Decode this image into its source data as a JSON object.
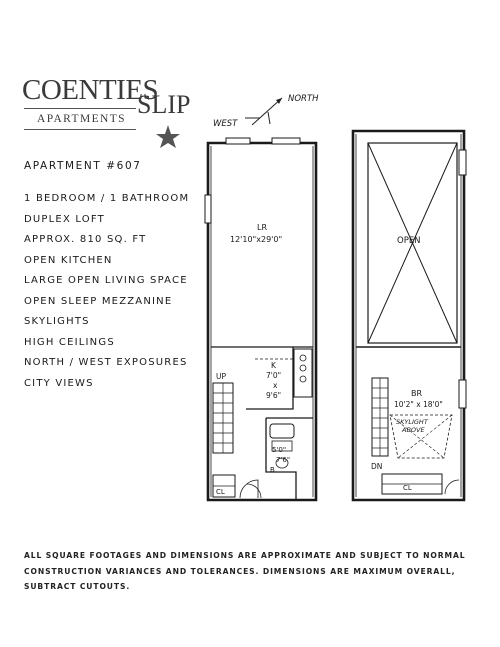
{
  "logo": {
    "name": "COENTIES",
    "name2": "SLIP",
    "tagline": "APARTMENTS"
  },
  "apartment_title": "APARTMENT #607",
  "features": [
    "1 BEDROOM / 1 BATHROOM",
    "DUPLEX LOFT",
    "APPROX. 810 SQ. FT",
    "OPEN KITCHEN",
    "LARGE OPEN LIVING SPACE",
    "OPEN SLEEP MEZZANINE",
    "SKYLIGHTS",
    "HIGH CEILINGS",
    "NORTH / WEST EXPOSURES",
    "CITY VIEWS"
  ],
  "compass": {
    "north": "NORTH",
    "west": "WEST"
  },
  "lower_level": {
    "living_room": "LR",
    "living_room_size": "12'10\"x29'0\"",
    "kitchen": "K",
    "kitchen_w": "7'0\"",
    "kitchen_x": "x",
    "kitchen_l": "9'6\"",
    "stair": "UP",
    "bath_w": "5'0\"",
    "bath_l": "7'6\"",
    "bath": "B",
    "closet": "CL"
  },
  "upper_level": {
    "open": "OPEN",
    "bedroom": "BR",
    "bedroom_size": "10'2\" x 18'0\"",
    "skylight_1": "SKYLIGHT",
    "skylight_2": "ABOVE",
    "stair": "DN",
    "closet": "CL"
  },
  "disclaimer": "ALL SQUARE FOOTAGES AND DIMENSIONS ARE APPROXIMATE AND SUBJECT TO NORMAL CONSTRUCTION VARIANCES AND TOLERANCES. DIMENSIONS ARE MAXIMUM OVERALL, SUBTRACT CUTOUTS."
}
